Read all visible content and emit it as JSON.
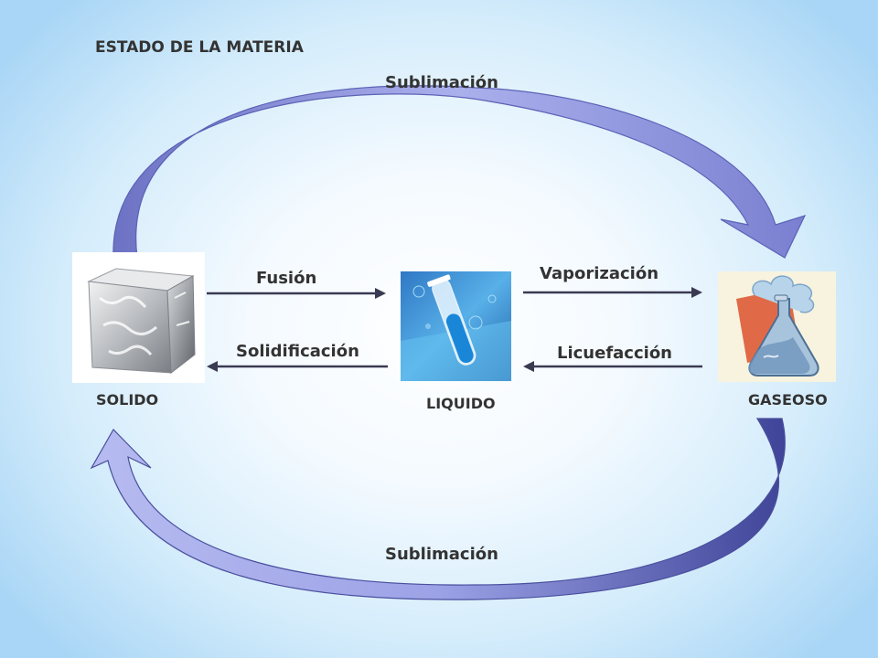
{
  "title": "ESTADO DE LA MATERIA",
  "states": {
    "solid": "SOLIDO",
    "liquid": "LIQUIDO",
    "gas": "GASEOSO"
  },
  "transitions": {
    "sublimation_top": "Sublimación",
    "sublimation_bottom": "Sublimación",
    "fusion": "Fusión",
    "solidification": "Solidificación",
    "vaporization": "Vaporización",
    "liquefaction": "Licuefacción"
  },
  "images": {
    "solid": "ice-cube",
    "liquid": "test-tube",
    "gas": "flask-with-vapor"
  },
  "colors": {
    "curved_arrow": "#8c90d8",
    "curved_arrow_dark": "#5c62b6",
    "straight_arrow": "#3a3a52"
  }
}
